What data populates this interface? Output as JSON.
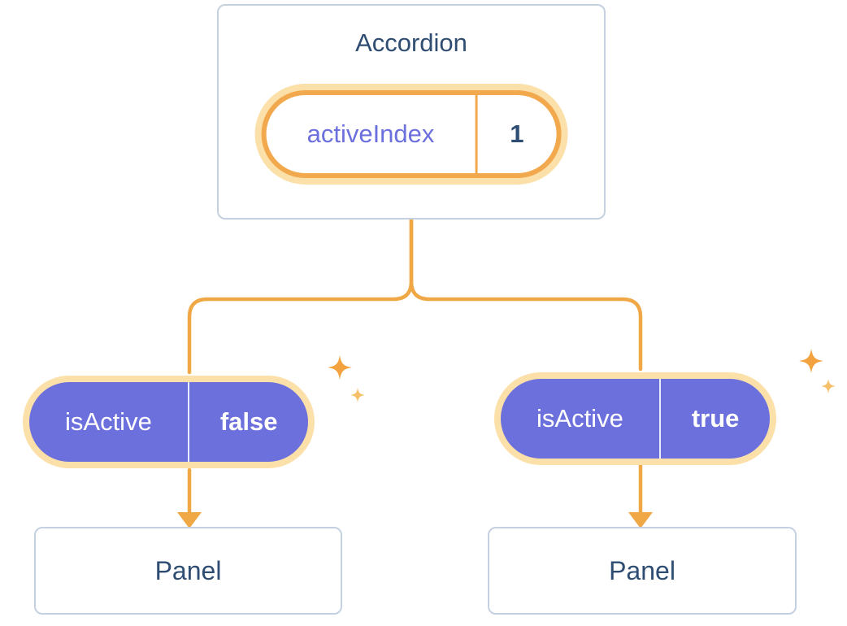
{
  "accordion_card": {
    "title": "Accordion",
    "state_pill": {
      "name": "activeIndex",
      "value": "1"
    }
  },
  "left_branch": {
    "prop_pill": {
      "name": "isActive",
      "value": "false"
    },
    "panel": {
      "title": "Panel"
    }
  },
  "right_branch": {
    "prop_pill": {
      "name": "isActive",
      "value": "true"
    },
    "panel": {
      "title": "Panel"
    }
  },
  "colors": {
    "accent_orange": "#f2a84c",
    "glow_orange": "#fce0a9",
    "purple": "#6c70dd",
    "dark_blue": "#2f4d73",
    "state_name_purple": "#6c70dc",
    "card_border": "#c5d1e0",
    "background": "#ffffff"
  }
}
